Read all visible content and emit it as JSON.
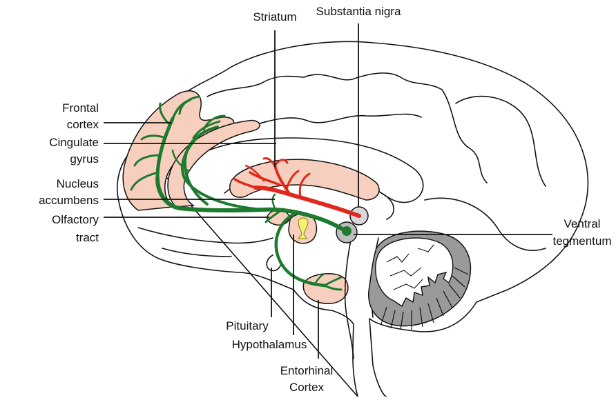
{
  "labels": {
    "striatum": "Striatum",
    "substantia_nigra": "Substantia nigra",
    "frontal_cortex_1": "Frontal",
    "frontal_cortex_2": "cortex",
    "cingulate_1": "Cingulate",
    "cingulate_2": "gyrus",
    "nucleus_1": "Nucleus",
    "nucleus_2": "accumbens",
    "olfactory_1": "Olfactory",
    "olfactory_2": "tract",
    "ventral_1": "Ventral",
    "ventral_2": "tegmentum",
    "pituitary": "Pituitary",
    "hypothalamus": "Hypothalamus",
    "entorhinal_1": "Entorhinal",
    "entorhinal_2": "Cortex"
  },
  "colors": {
    "region_fill": "#f6cfbe",
    "mesocortical_pathway": "#1d7a2e",
    "nigrostriatal_pathway": "#e0281c",
    "hypothalamus_fill": "#f3ef78",
    "cerebellum_gray": "#9a9a9a",
    "ventral_tegmentum_gray": "#bdbdbd",
    "substantia_nigra_gray": "#d8d8d8"
  }
}
